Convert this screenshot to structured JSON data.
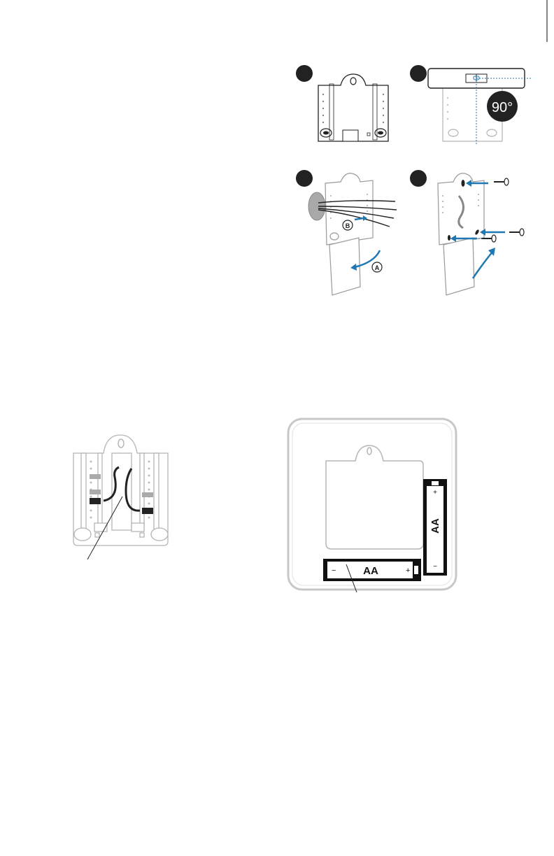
{
  "page": {
    "background": "#ffffff"
  },
  "colors": {
    "accent_blue": "#1f78b4",
    "line_gray": "#b5b5b5",
    "dark": "#222222",
    "wire_gray": "#a9a9a9"
  },
  "step_figures": [
    {
      "name": "mount-plate",
      "badge_label": ""
    },
    {
      "name": "level-check",
      "badge_label": "",
      "angle_text": "90°"
    },
    {
      "name": "insert-wires",
      "badge_label": "",
      "callouts": [
        "B",
        "A"
      ]
    },
    {
      "name": "screw-plate",
      "badge_label": ""
    }
  ],
  "battery_figure": {
    "battery_left": {
      "label": "AA",
      "plus": "+",
      "minus": "−"
    },
    "battery_right": {
      "label": "AA",
      "plus": "+",
      "minus": "−"
    }
  },
  "icons": [
    "cut-mark-icon",
    "arrow-icon",
    "screw-icon"
  ]
}
